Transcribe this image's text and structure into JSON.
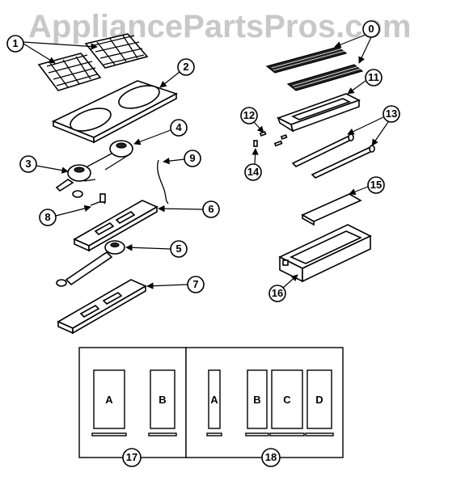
{
  "watermark": "AppliancePartsPros.com",
  "callouts": {
    "c1": "1",
    "c2": "2",
    "c3": "3",
    "c4": "4",
    "c5": "5",
    "c6": "6",
    "c7": "7",
    "c8": "8",
    "c9": "9",
    "c10": "0",
    "c11": "11",
    "c12": "12",
    "c13": "13",
    "c14": "14",
    "c15": "15",
    "c16": "16",
    "c17": "17",
    "c18": "18"
  },
  "panels_17": [
    "A",
    "B"
  ],
  "panels_18": [
    "A",
    "B",
    "C",
    "D"
  ]
}
